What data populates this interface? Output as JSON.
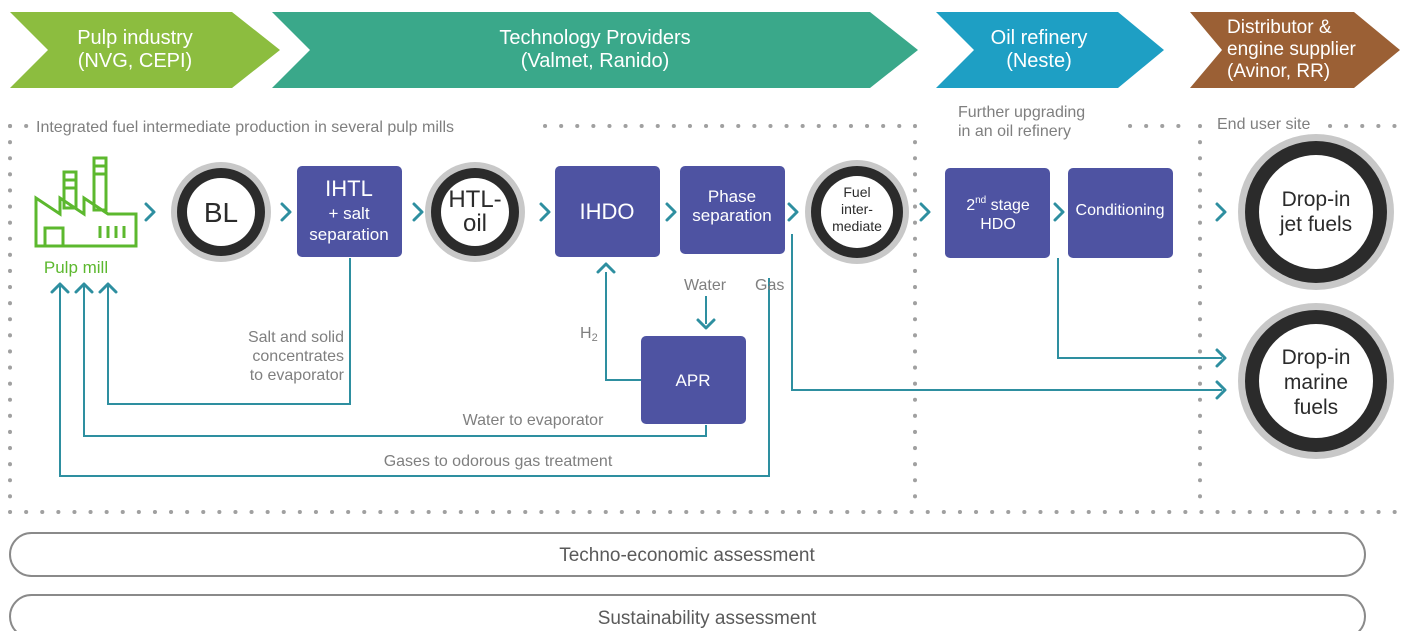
{
  "header": {
    "chevrons": [
      {
        "line1": "Pulp industry",
        "line2": "(NVG, CEPI)",
        "line3": "",
        "color": "#8cbd3f"
      },
      {
        "line1": "Technology Providers",
        "line2": "(Valmet, Ranido)",
        "line3": "",
        "color": "#3aa88a"
      },
      {
        "line1": "Oil refinery",
        "line2": "(Neste)",
        "line3": "",
        "color": "#1e9fc4"
      },
      {
        "line1": "Distributor &",
        "line2": "engine supplier",
        "line3": "(Avinor, RR)",
        "color": "#9b6035"
      }
    ]
  },
  "zones": {
    "integrated": "Integrated fuel intermediate production in several pulp mills",
    "refinery_line1": "Further upgrading",
    "refinery_line2": "in an oil refinery",
    "enduser": "End user site"
  },
  "nodes": {
    "pulp_mill": "Pulp mill",
    "bl": "BL",
    "ihtl_line1": "IHTL",
    "ihtl_line2": "+ salt",
    "ihtl_line3": "separation",
    "htl_line1": "HTL-",
    "htl_line2": "oil",
    "ihdo": "IHDO",
    "phase_line1": "Phase",
    "phase_line2": "separation",
    "fuel_line1": "Fuel",
    "fuel_line2": "inter-",
    "fuel_line3": "mediate",
    "hdo2_ord": "2",
    "hdo2_sup": "nd",
    "hdo2_stage": " stage",
    "hdo2_line2": "HDO",
    "conditioning": "Conditioning",
    "apr": "APR",
    "jet_line1": "Drop-in",
    "jet_line2": "jet fuels",
    "marine_line1": "Drop-in",
    "marine_line2": "marine",
    "marine_line3": "fuels"
  },
  "flows": {
    "water": "Water",
    "gas": "Gas",
    "h2_main": "H",
    "h2_sub": "2",
    "salt_line1": "Salt and solid",
    "salt_line2": "concentrates",
    "salt_line3": "to evaporator",
    "water_evap": "Water to evaporator",
    "gases_odor": "Gases to odorous gas treatment"
  },
  "assessments": {
    "techno": "Techno-economic assessment",
    "sustainability": "Sustainability assessment"
  },
  "colors": {
    "process_box": "#4e53a2",
    "flow_line": "#2e8fa0",
    "ring_outer": "#c8c8c8",
    "ring_inner": "#2b2b2b",
    "pulp_green": "#5cb82e",
    "label_gray": "#7f7f7f"
  }
}
